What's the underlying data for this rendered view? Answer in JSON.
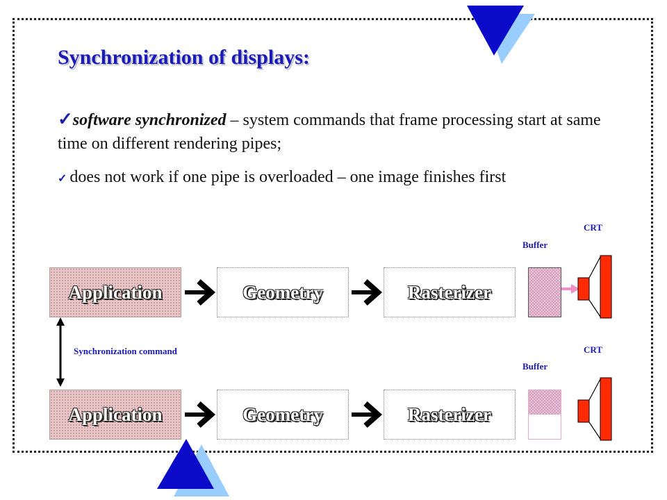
{
  "slide": {
    "title": "Synchronization of displays:",
    "bullet1_em": "software synchronized",
    "bullet1_rest": " – system commands that frame processing start at same time on different rendering pipes;",
    "bullet2": "does not work if one pipe is overloaded – one image finishes first",
    "check_glyph": "✓"
  },
  "diagram": {
    "pipelines": [
      {
        "application": "Application",
        "geometry": "Geometry",
        "rasterizer": "Rasterizer",
        "buffer_label": "Buffer",
        "crt_label": "CRT"
      },
      {
        "application": "Application",
        "geometry": "Geometry",
        "rasterizer": "Rasterizer",
        "buffer_label": "Buffer",
        "crt_label": "CRT"
      }
    ],
    "sync_label": "Synchronization command"
  },
  "colors": {
    "title": "#1a1ab8",
    "crt": "#ff2a00",
    "triangle_dark": "#0a0ac8",
    "triangle_light": "#99ccff",
    "buffer": "#f2c0dc"
  },
  "icons": [
    "checkmark-icon",
    "triangle-logo-icon",
    "arrow-right-icon",
    "crt-monitor-icon"
  ]
}
